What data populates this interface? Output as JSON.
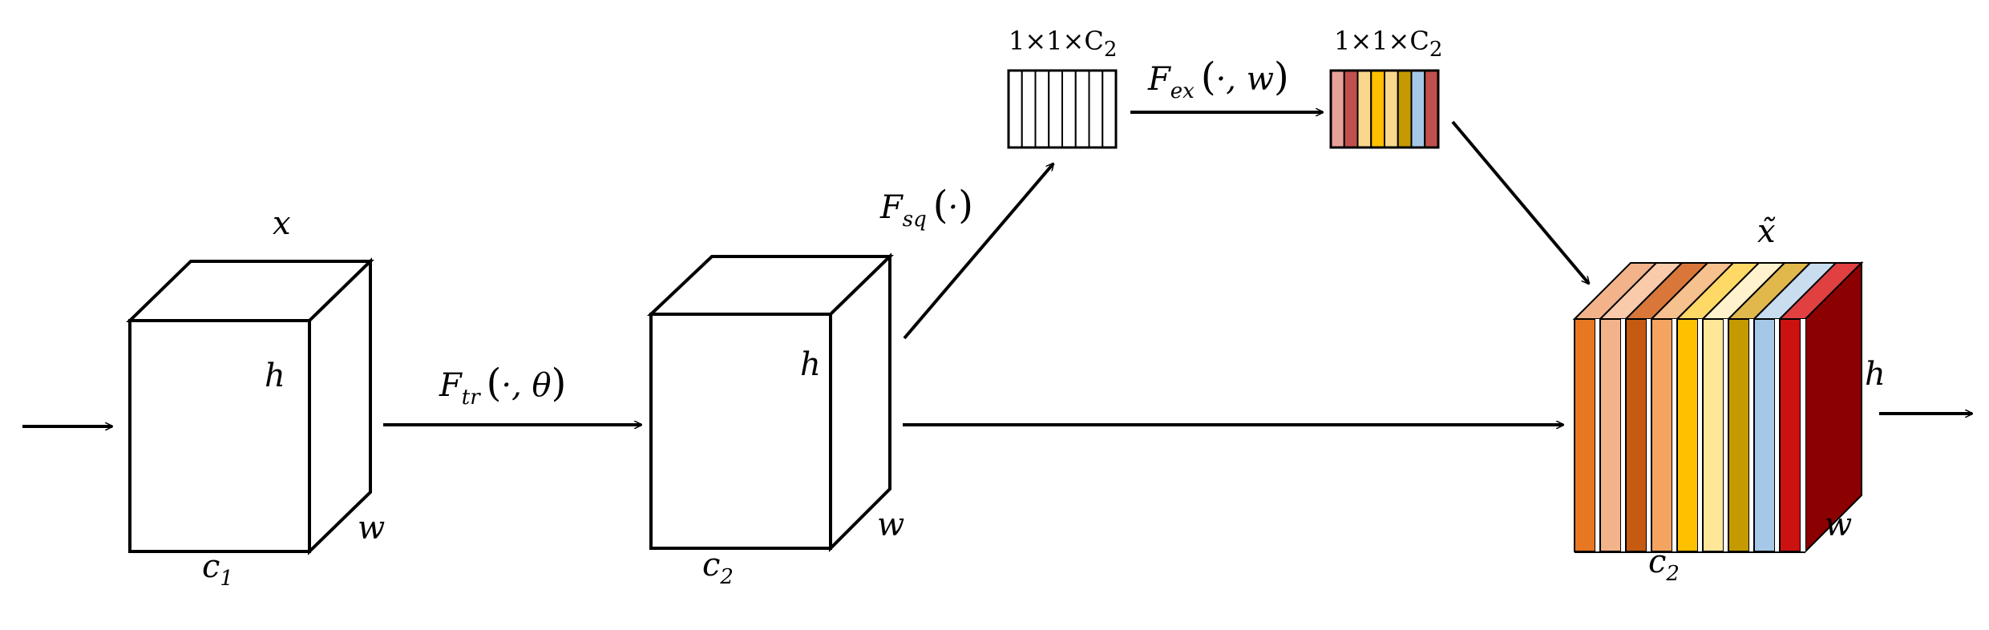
{
  "labels": {
    "input_x": "x",
    "cube1_h": "h",
    "cube1_w": "w",
    "cube1_c": "c",
    "cube1_c_sub": "1",
    "f_tr": "F",
    "f_tr_sub": "tr",
    "f_tr_args_open": "(",
    "f_tr_args": "·, θ",
    "f_tr_args_close": ")",
    "cube2_h": "h",
    "cube2_w": "w",
    "cube2_c": "c",
    "cube2_c_sub": "2",
    "f_sq": "F",
    "f_sq_sub": "sq",
    "f_sq_args_open": "(",
    "f_sq_args": "·",
    "f_sq_args_close": ")",
    "vec1_size": "1×1×C",
    "vec1_size_sub": "2",
    "f_ex": "F",
    "f_ex_sub": "ex",
    "f_ex_args_open": "(",
    "f_ex_args": "·, w",
    "f_ex_args_close": ")",
    "vec2_size": "1×1×C",
    "vec2_size_sub": "2",
    "out_x": "x̃",
    "out_h": "h",
    "out_w": "w",
    "out_c": "c",
    "out_c_sub": "2"
  },
  "colors": {
    "vec2_bars": [
      "#e8a19a",
      "#c0504d",
      "#f9d88c",
      "#ffc000",
      "#f9d88c",
      "#c49a00",
      "#a6c8e8",
      "#c0504d"
    ],
    "out_slices": [
      "#e87722",
      "#f2b38a",
      "#c55a11",
      "#f4a460",
      "#ffc000",
      "#ffe699",
      "#c49a00",
      "#a6c8e8",
      "#cc1111"
    ],
    "out_top": [
      "#f2b38a",
      "#f9cbaa",
      "#d9773a",
      "#f7c08f",
      "#ffd966",
      "#fff2cc",
      "#e0b84c",
      "#c9ddf0",
      "#e04040"
    ],
    "out_side": "#8b0000"
  }
}
